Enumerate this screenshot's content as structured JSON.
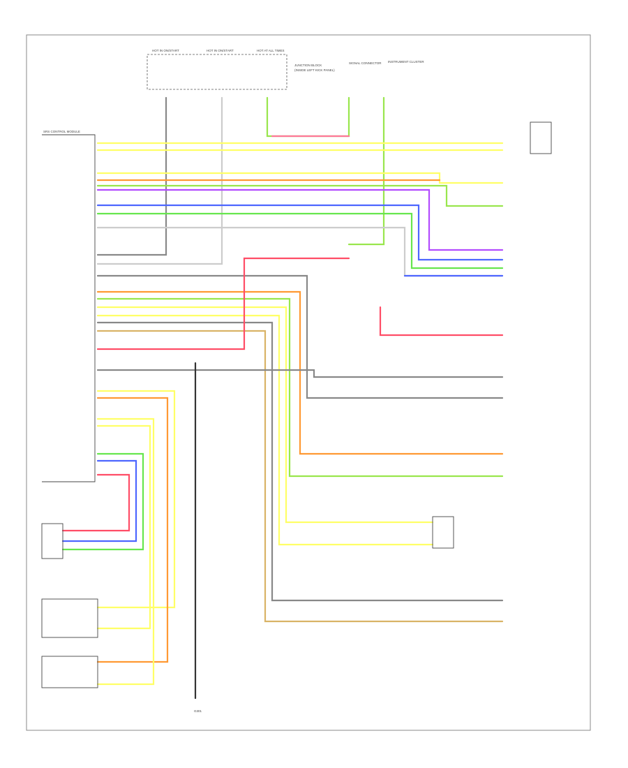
{
  "diagram": {
    "top_fuses": [
      "HOT IN ON/START",
      "HOT IN ON/START",
      "HOT AT ALL TIMES"
    ],
    "junction_block_label": "JUNCTION BLOCK (INSIDE LEFT KICK PANEL)",
    "signal_connector_label": "SIGNAL CONNECTOR",
    "instrument_cluster_label": "INSTRUMENT CLUSTER",
    "srs_module_label": "SRS CONTROL MODULE",
    "ground_label": "G301",
    "wire_colors": {
      "yellow": "#ffff66",
      "yellow_red": "#ff9933",
      "yellow_green": "#99e64d",
      "purple": "#b34dff",
      "blue": "#4d66ff",
      "light_green": "#66e64d",
      "red": "#ff4d66",
      "pink": "#ff7799",
      "gray": "#888888",
      "white": "#cccccc",
      "tan": "#d9b366",
      "black": "#333333"
    }
  }
}
